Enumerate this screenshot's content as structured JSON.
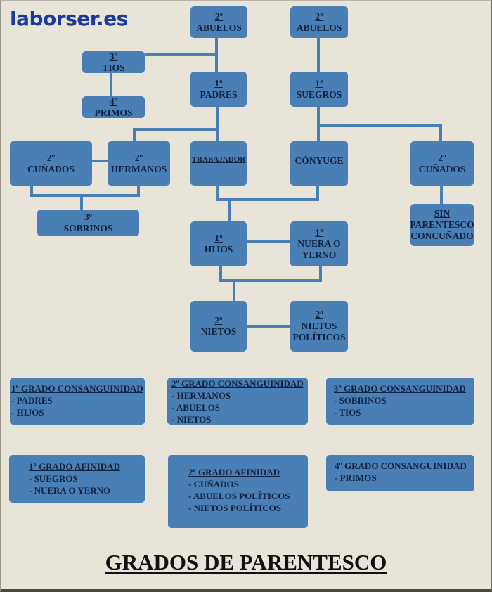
{
  "logo": "laborser.es",
  "title": "GRADOS DE PARENTESCO",
  "colors": {
    "box": "#4a7fb5",
    "line": "#4a7fb5",
    "text": "#10233f",
    "background": "#e8e4d8",
    "logo": "#1a3a9c"
  },
  "nodes": {
    "abuelos_left": {
      "degree": "2º",
      "label": "ABUELOS"
    },
    "abuelos_right": {
      "degree": "2º",
      "label": "ABUELOS"
    },
    "tios": {
      "degree": "3º",
      "label": "TIOS"
    },
    "primos": {
      "degree": "4º",
      "label": "PRIMOS"
    },
    "padres": {
      "degree": "1º",
      "label": "PADRES"
    },
    "suegros": {
      "degree": "1º",
      "label": "SUEGROS"
    },
    "cunados_left": {
      "degree": "2º",
      "label": "CUÑADOS"
    },
    "hermanos": {
      "degree": "2º",
      "label": "HERMANOS"
    },
    "trabajador": {
      "label": "TRABAJADOR"
    },
    "conyuge": {
      "label": "CÓNYUGE"
    },
    "cunados_right": {
      "degree": "2º",
      "label": "CUÑADOS"
    },
    "sobrinos": {
      "degree": "3º",
      "label": "SOBRINOS"
    },
    "sin_parentesco": {
      "line1": "SIN",
      "line2": "PARENTESCO",
      "line3": "CONCUÑADO"
    },
    "hijos": {
      "degree": "1º",
      "label": "HIJOS"
    },
    "nuera_yerno": {
      "degree": "1º",
      "line1": "NUERA O",
      "line2": "YERNO"
    },
    "nietos": {
      "degree": "2º",
      "label": "NIETOS"
    },
    "nietos_politicos": {
      "degree": "2º",
      "line1": "NIETOS",
      "line2": "POLÍTICOS"
    }
  },
  "legend": [
    {
      "title": "1º GRADO CONSANGUINIDAD",
      "items": [
        "- PADRES",
        "- HIJOS"
      ]
    },
    {
      "title": "2º GRADO CONSANGUINIDAD",
      "items": [
        "- HERMANOS",
        "- ABUELOS",
        "- NIETOS"
      ]
    },
    {
      "title": "3º GRADO CONSANGUINIDAD",
      "items": [
        "- SOBRINOS",
        "- TIOS"
      ]
    },
    {
      "title": "1º GRADO AFINIDAD",
      "items": [
        "- SUEGROS",
        "- NUERA O YERNO"
      ]
    },
    {
      "title": "2º GRADO AFINIDAD",
      "items": [
        "- CUÑADOS",
        "- ABUELOS POLÍTICOS",
        "- NIETOS POLÍTICOS"
      ]
    },
    {
      "title": "4º GRADO CONSANGUINIDAD",
      "items": [
        "- PRIMOS"
      ]
    }
  ]
}
